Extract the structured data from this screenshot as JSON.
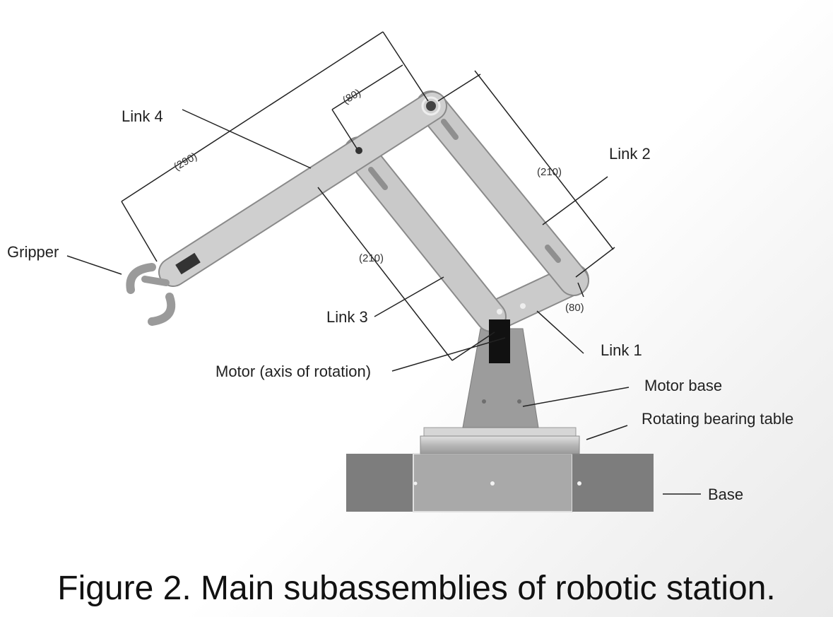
{
  "labels": {
    "link4": "Link 4",
    "link2": "Link 2",
    "link3": "Link 3",
    "link1": "Link 1",
    "gripper": "Gripper",
    "motor": "Motor (axis of rotation)",
    "motor_base": "Motor base",
    "bearing": "Rotating bearing table",
    "base": "Base"
  },
  "dimensions": {
    "d80_top": "(80)",
    "d290": "(290)",
    "d210_right": "(210)",
    "d210_left": "(210)",
    "d80_bottom": "(80)"
  },
  "caption": "Figure 2. Main subassemblies of robotic station.",
  "colors": {
    "link_fill": "#c9c9c9",
    "link_stroke": "#8a8a8a",
    "base_dark": "#7d7d7d",
    "base_light": "#a9a9a9",
    "motor": "#111111"
  }
}
